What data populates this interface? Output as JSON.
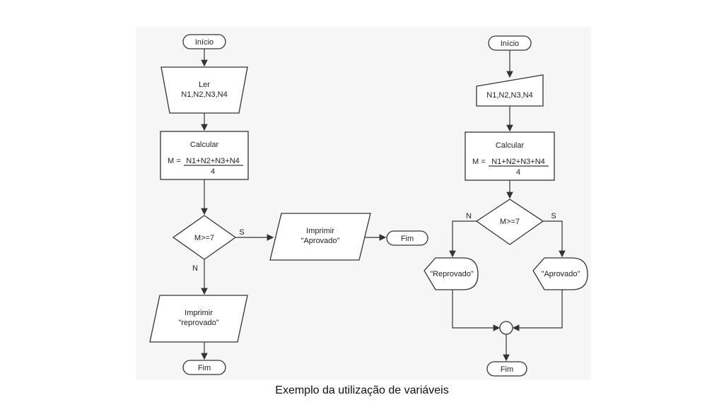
{
  "caption": "Exemplo da utilização de variáveis",
  "left_flow": {
    "start": "Início",
    "read_title": "Ler",
    "read_vars": "N1,N2,N3,N4",
    "calc_title": "Calcular",
    "calc_lhs": "M =",
    "calc_numerator": "N1+N2+N3+N4",
    "calc_denominator": "4",
    "decision": "M>=7",
    "yes_label": "S",
    "no_label": "N",
    "print_yes_line1": "Imprimir",
    "print_yes_line2": "\"Aprovado\"",
    "end_yes": "Fim",
    "print_no_line1": "Imprimir",
    "print_no_line2": "\"reprovado\"",
    "end_no": "Fim"
  },
  "right_flow": {
    "start": "Início",
    "input_vars": "N1,N2,N3,N4",
    "calc_title": "Calcular",
    "calc_lhs": "M =",
    "calc_numerator": "N1+N2+N3+N4",
    "calc_denominator": "4",
    "decision": "M>=7",
    "no_label": "N",
    "yes_label": "S",
    "display_no": "\"Reprovado\"",
    "display_yes": "\"Aprovado\"",
    "end": "Fim"
  }
}
